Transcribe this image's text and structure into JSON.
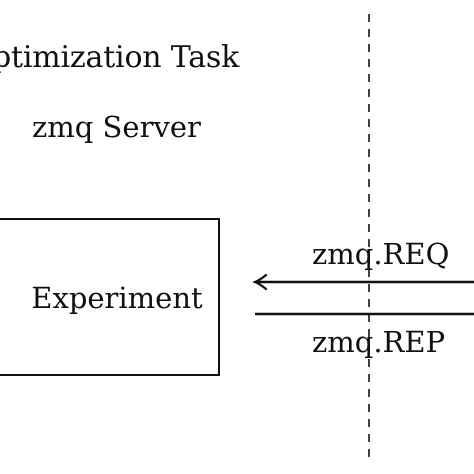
{
  "diagram": {
    "task_title": "ptimization Task",
    "server_label": "zmq Server",
    "experiment_label": "Experiment",
    "request_label": "zmq.REQ",
    "reply_label": "zmq.REP"
  }
}
